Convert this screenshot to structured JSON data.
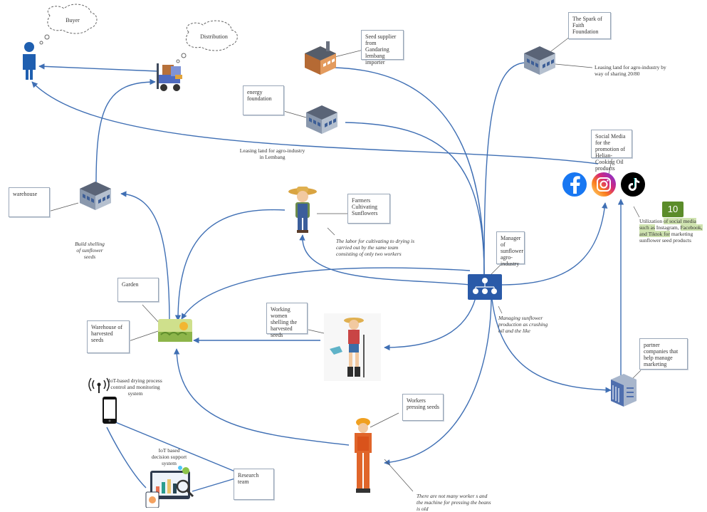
{
  "clouds": {
    "buyer": "Buyer",
    "distribution": "Distribution"
  },
  "notes": {
    "seed_supplier": "Seed supplier from Gandaring lembang importer",
    "spark_faith": "The Spark of Faith Foundation",
    "energy_foundation": "energy foundation",
    "social_media": "Social Media for the promotion of Helian-Cooking Oil products",
    "warehouse": "warehouse",
    "farmers": "Farmers Cultivating Sunflowers",
    "manager": "Manager of sunflower agro-industry",
    "garden": "Garden",
    "warehouse_harvested": "Warehouse of harvested seeds",
    "working_women": "Working women shelling the harvested seeds",
    "partner_companies": "partner companies that help manage marketing",
    "workers_pressing": "Workers pressing seeds",
    "research_team": "Research team"
  },
  "labels": {
    "leasing_spark": "Leasing land for agro-industry by way of sharing 20/80",
    "leasing_energy": "Leasing land for agro-industry in Lembang",
    "build_shelling": "Build shelling of sunflower seeds",
    "labor_note": "The labor for cultivating to drying is carried out by the same team consisting of only two workers",
    "managing_note": "Managing sunflower production as crushing oil and the like",
    "iot_drying": "IoT-based drying process control and monitoring system",
    "iot_decision": "IoT based decision support system",
    "machine_note": "There are not many worker s and the machine for pressing the beans is old",
    "social_util_pre": "Utilization ",
    "social_util_hl1": "of social media such as",
    "social_util_mid": " Instagram, ",
    "social_util_hl2": "Facebook, and Tiktok for",
    "social_util_post": " marketing sunflower seed products"
  },
  "badge": "10",
  "icons": {
    "buyer": "person-icon",
    "distribution": "forklift-icon",
    "seed_supplier": "factory-icon",
    "spark_faith": "building-icon",
    "energy_foundation": "building-icon",
    "warehouse": "building-icon",
    "farmer": "farmer-icon",
    "manager": "organization-icon",
    "garden": "field-icon",
    "working_woman": "gardener-woman-icon",
    "worker": "worker-icon",
    "partner": "office-building-icon",
    "iot_drying": "wireless-antenna-icon",
    "phone": "smartphone-icon",
    "research": "analytics-icon",
    "facebook": "facebook-icon",
    "instagram": "instagram-icon",
    "tiktok": "tiktok-icon"
  },
  "colors": {
    "connector": "#3f6fb4",
    "facebook": "#1877f2",
    "instagram": "#c13584",
    "tiktok": "#000000",
    "badge": "#5b8c2a"
  }
}
